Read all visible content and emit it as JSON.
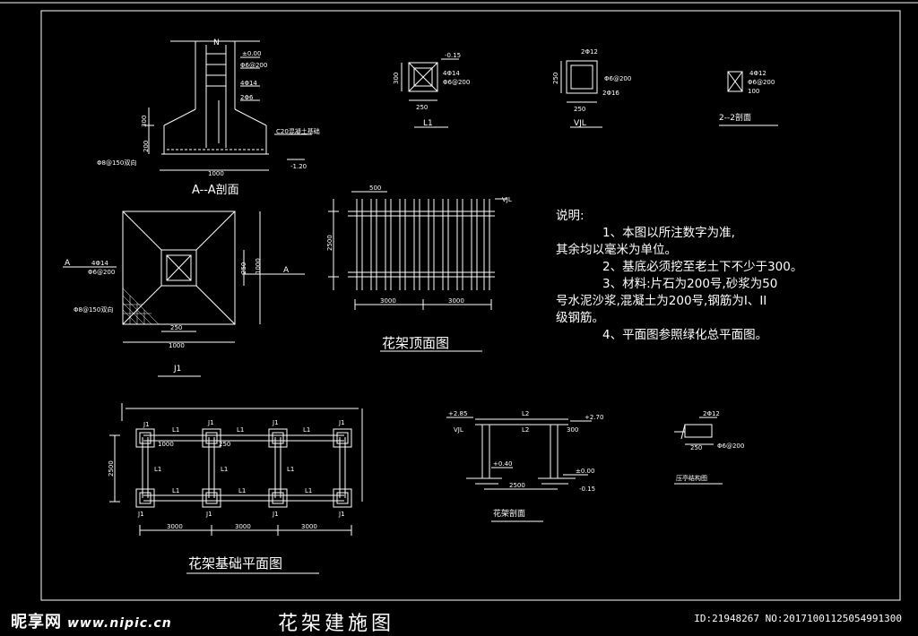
{
  "drawing": {
    "title": "花架建施图",
    "section_aa": {
      "label": "A--A剖面",
      "marks": [
        "N",
        "±0.00",
        "Φ6@200",
        "4Φ14",
        "2Φ6",
        "C20混凝土基础",
        "-1.20",
        "Φ8@150双向",
        "1000",
        "300",
        "200"
      ]
    },
    "l1": {
      "label": "L1",
      "marks": [
        "-0.15",
        "4Φ14",
        "Φ6@200",
        "300",
        "250"
      ]
    },
    "vjl": {
      "label": "VJL",
      "marks": [
        "2Φ12",
        "Φ6@200",
        "2Φ16",
        "250",
        "250"
      ]
    },
    "section_22": {
      "label": "2--2剖面",
      "marks": [
        "4Φ12",
        "Φ6@200",
        "100"
      ]
    },
    "j1": {
      "label": "J1",
      "marks": [
        "A",
        "A",
        "4Φ14",
        "Φ6@200",
        "Φ8@150双向",
        "250",
        "1000",
        "250",
        "1000"
      ]
    },
    "top_view": {
      "label": "花架顶面图",
      "marks": [
        "500",
        "VJL",
        "2500",
        "3000",
        "3000"
      ]
    },
    "foundation_plan": {
      "label": "花架基础平面图",
      "marks": [
        "J1",
        "J1",
        "J1",
        "J1",
        "J1",
        "J1",
        "J1",
        "J1",
        "L1",
        "L1",
        "L1",
        "L1",
        "L1",
        "L1",
        "L1",
        "L1",
        "L1",
        "1000",
        "250",
        "2500",
        "3000",
        "3000",
        "3000"
      ]
    },
    "section_frame": {
      "label": "花架剖面",
      "marks": [
        "+2.85",
        "VJL",
        "L2",
        "L2",
        "+2.70",
        "300",
        "+0.40",
        "±0.00",
        "-0.15",
        "2500"
      ]
    },
    "cap_detail": {
      "label": "压亭结构图",
      "marks": [
        "2Φ12",
        "250",
        "Φ6@200"
      ]
    },
    "notes": {
      "heading": "说明:",
      "lines": [
        "1、本图以所注数字为准,",
        "其余均以毫米为单位。",
        "2、基底必须挖至老土下不少于300。",
        "3、材料:片石为200号,砂浆为50",
        "号水泥沙浆,混凝土为200号,钢筋为I、II",
        "级钢筋。",
        "4、平面图参照绿化总平面图。"
      ]
    },
    "footer": {
      "site": "昵享网",
      "url": "www.nipic.cn",
      "id": "ID:21948267 NO:20171001125054991300"
    }
  }
}
